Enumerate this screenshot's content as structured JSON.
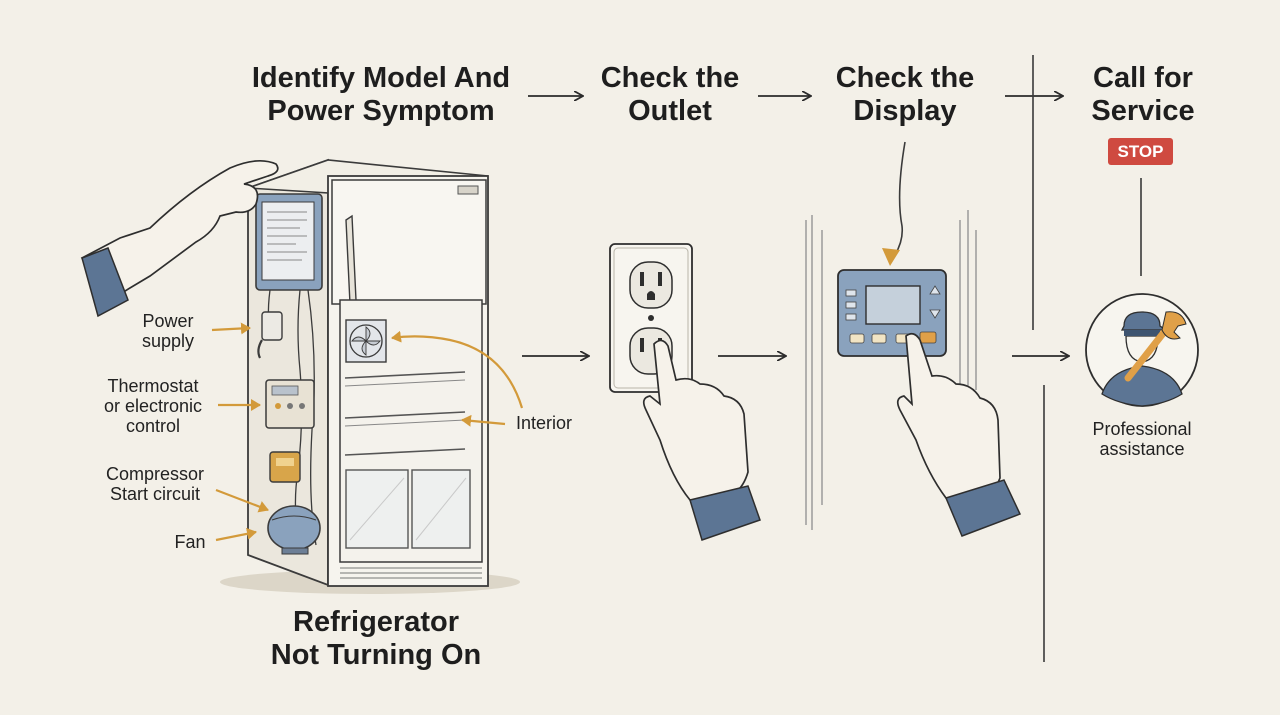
{
  "steps": [
    {
      "title": "Identify Model And\nPower Symptom"
    },
    {
      "title": "Check the\nOutlet"
    },
    {
      "title": "Check the\nDisplay"
    },
    {
      "title": "Call for\nService"
    }
  ],
  "stop_label": "STOP",
  "fridge_labels": {
    "power_supply": "Power\nsupply",
    "thermostat": "Thermostat\nor electronic\ncontrol",
    "compressor": "Compressor\nStart circuit",
    "fan": "Fan",
    "interior": "Interior"
  },
  "fridge_title": "Refrigerator\nNot Turning On",
  "service_label": "Professional\nassistance",
  "colors": {
    "background": "#f3f0e8",
    "accent_arrow": "#d39a3a",
    "stop_red": "#cf4a40",
    "panel_blue": "#8aa2bd",
    "sleeve_blue": "#5c7594"
  },
  "icons": [
    "hand-icon",
    "outlet-icon",
    "display-panel-icon",
    "technician-icon",
    "wrench-icon"
  ]
}
